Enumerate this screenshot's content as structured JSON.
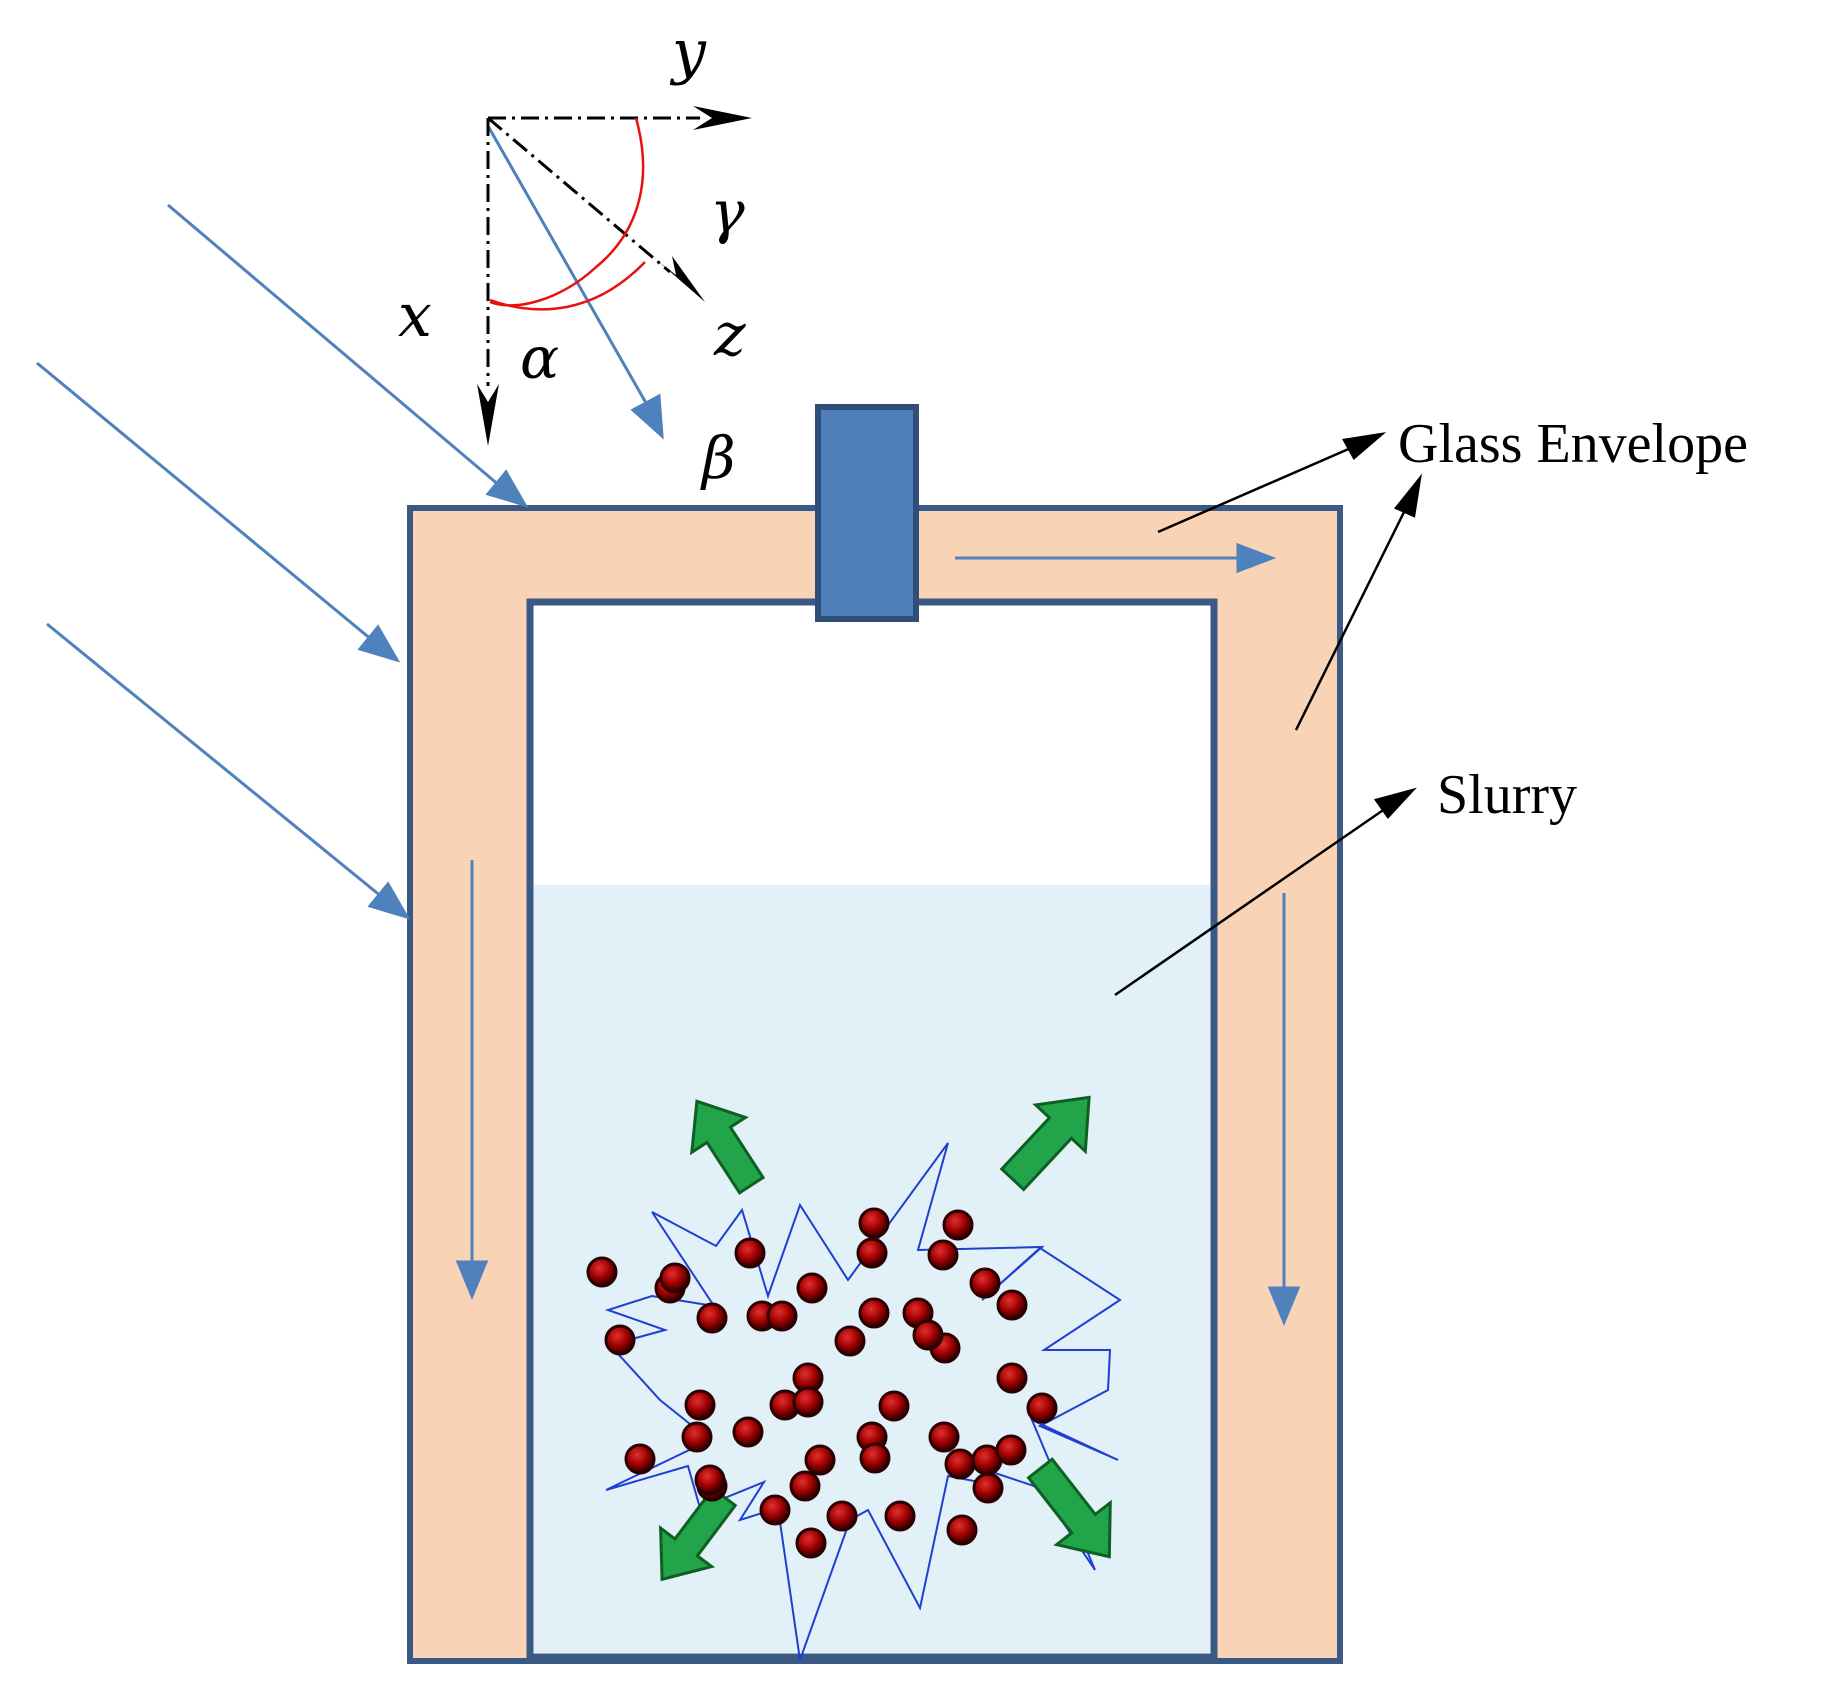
{
  "axes": {
    "x_label": "x",
    "y_label": "y",
    "z_label": "z",
    "alpha_label": "α",
    "beta_label": "β",
    "gamma_label": "γ"
  },
  "labels": {
    "glass_envelope": "Glass Envelope",
    "slurry": "Slurry"
  },
  "colors": {
    "envelope_fill": "#F9D3B5",
    "outline": "#3A5A85",
    "ray": "#4F81BD",
    "slurry_fill": "#E2F1F7",
    "cap_fill": "#4F7EB8",
    "particle": "#B00000",
    "green_arrow": "#22A54A",
    "arc": "#E81010",
    "burst": "#1F3FD0"
  },
  "particles_count": 46
}
